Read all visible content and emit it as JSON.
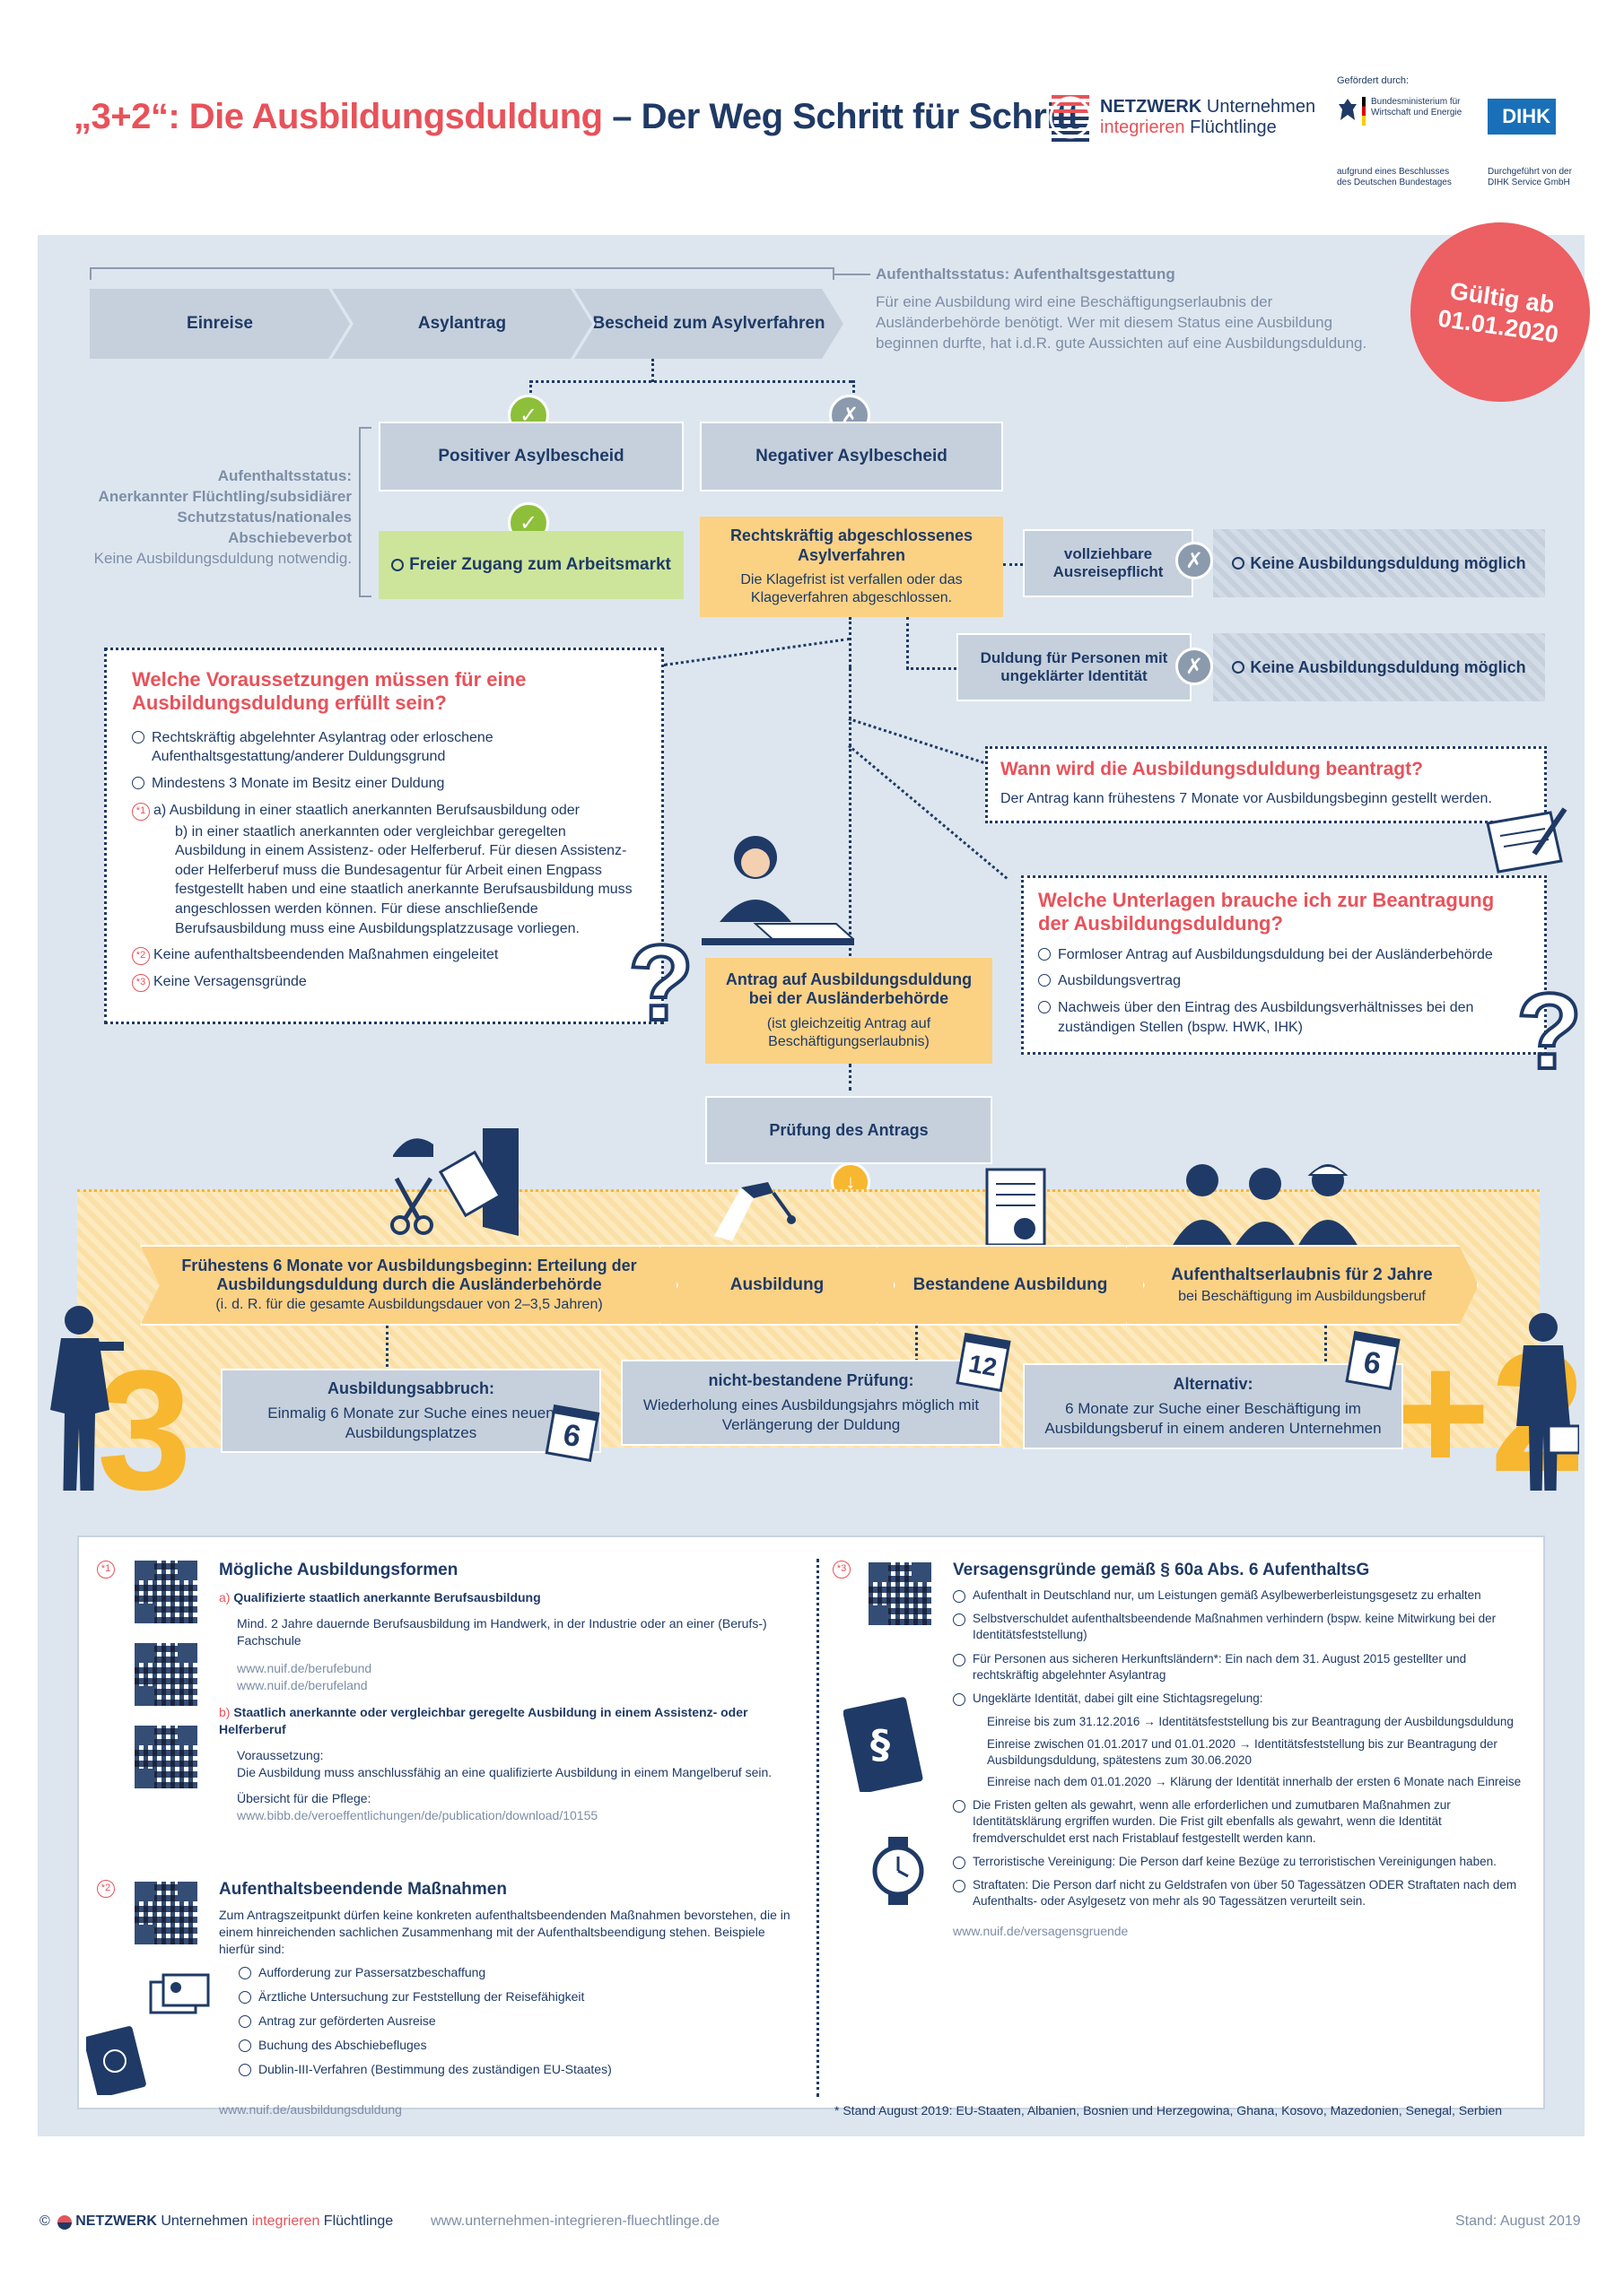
{
  "header": {
    "title_part1": "„3+2“: Die Ausbildungsduldung",
    "title_dash": " – ",
    "title_part2": "Der Weg Schritt für Schritt",
    "logo_netzwerk": "NETZWERK",
    "logo_unternehmen": " Unternehmen",
    "logo_integrieren": "integrieren",
    "logo_fluechtlinge": " Flüchtlinge",
    "gefoerdert": "Gefördert durch:",
    "bmwi": "Bundesministerium für Wirtschaft und Energie",
    "bmwi_note": "aufgrund eines Beschlusses des Deutschen Bundestages",
    "dihk": "DIHK",
    "dihk_note": "Durchgeführt von der DIHK Service GmbH"
  },
  "badge": {
    "line1": "Gültig ab",
    "line2": "01.01.2020"
  },
  "top_flow": {
    "steps": [
      "Einreise",
      "Asylantrag",
      "Bescheid zum Asylverfahren"
    ],
    "status_title": "Aufenthaltsstatus: Aufenthaltsgestattung",
    "status_text": "Für eine Ausbildung wird eine Beschäftigungserlaubnis der Ausländerbehörde benötigt. Wer mit diesem Status eine Ausbildung beginnen durfte, hat i.d.R. gute Aussichten auf eine Ausbildungsduldung."
  },
  "left_status": {
    "label": "Aufenthaltsstatus:",
    "text": "Anerkannter Flüchtling/subsidiärer Schutzstatus/nationales Abschiebeverbot",
    "note": "Keine Ausbildungsduldung notwendig."
  },
  "decisions": {
    "positive": "Positiver Asylbescheid",
    "negative": "Negativer Asylbescheid",
    "free_access": "Freier Zugang zum Arbeitsmarkt",
    "final_title": "Rechtskräftig abgeschlossenes Asylverfahren",
    "final_text": "Die Klagefrist ist verfallen oder das Klageverfahren abgeschlossen.",
    "ausreise": "vollziehbare Ausreisepflicht",
    "identitaet": "Duldung für Personen mit ungeklärter Identität",
    "no_duldung_1": "Keine Ausbildungsduldung möglich",
    "no_duldung_2": "Keine Ausbildungsduldung möglich"
  },
  "voraussetzungen": {
    "title": "Welche Voraussetzungen müssen für eine Ausbildungsduldung erfüllt sein?",
    "item1": "Rechtskräftig abgelehnter Asylantrag oder erloschene Aufenthaltsgestattung/anderer Duldungsgrund",
    "item2": "Mindestens 3 Monate im Besitz einer Duldung",
    "item3a_mark": "*1",
    "item3a": "a) Ausbildung in einer staatlich anerkannten Berufsausbildung oder",
    "item3b": "b) in einer staatlich anerkannten oder vergleichbar geregelten Ausbildung in einem Assistenz- oder Helferberuf. Für diesen Assistenz- oder Helferberuf muss die Bundesagentur für Arbeit einen Engpass festgestellt haben und eine staatlich anerkannte Berufsausbildung muss angeschlossen werden können. Für diese anschließende Berufsausbildung muss eine Ausbildungsplatzzusage vorliegen.",
    "item4_mark": "*2",
    "item4": "Keine aufenthaltsbeendenden Maßnahmen eingeleitet",
    "item5_mark": "*3",
    "item5": "Keine Versagensgründe"
  },
  "wann": {
    "title": "Wann wird die Ausbildungsduldung beantragt?",
    "text": "Der Antrag kann frühestens 7 Monate vor Ausbildungsbeginn gestellt werden."
  },
  "unterlagen": {
    "title": "Welche Unterlagen brauche ich zur Beantragung der Ausbildungsduldung?",
    "item1": "Formloser Antrag auf Ausbildungsduldung bei der Ausländerbehörde",
    "item2": "Ausbildungsvertrag",
    "item3": "Nachweis über den Eintrag des Ausbildungsverhältnisses bei den zuständigen Stellen (bspw. HWK, IHK)"
  },
  "antrag": {
    "title": "Antrag auf Ausbildungsduldung bei der Ausländerbehörde",
    "sub": "(ist gleichzeitig Antrag auf Beschäftigungserlaubnis)",
    "pruefung": "Prüfung des Antrags"
  },
  "timeline": {
    "step1_title": "Frühestens 6 Monate vor Ausbildungsbeginn: Erteilung der Ausbildungsduldung durch die Ausländerbehörde",
    "step1_sub": "(i. d. R. für die gesamte Ausbildungsdauer von 2–3,5 Jahren)",
    "step2": "Ausbildung",
    "step3": "Bestandene Ausbildung",
    "step4_title": "Aufenthaltserlaubnis für 2 Jahre",
    "step4_sub": "bei Beschäftigung im Ausbildungsberuf",
    "big3": "3",
    "big2": "+2",
    "abbruch_title": "Ausbildungsabbruch:",
    "abbruch_text": "Einmalig 6 Monate zur Suche eines neuen Ausbildungsplatzes",
    "pruefung_title": "nicht-bestandene Prüfung:",
    "pruefung_text": "Wiederholung eines Ausbildungsjahrs möglich mit Verlängerung der Duldung",
    "alt_title": "Alternativ:",
    "alt_text": "6 Monate zur Suche einer Beschäftigung im Ausbildungsberuf in einem anderen Unternehmen",
    "cal6": "6",
    "cal12": "12",
    "cal6b": "6"
  },
  "notes": {
    "n1_mark": "*1",
    "n1_title": "Mögliche Ausbildungsformen",
    "n1_a": "a)",
    "n1_a_title": "Qualifizierte staatlich anerkannte Berufsausbildung",
    "n1_a_text": "Mind. 2 Jahre dauernde Berufsausbildung im Handwerk, in der Industrie oder an einer (Berufs-) Fachschule",
    "n1_a_link1": "www.nuif.de/berufebund",
    "n1_a_link2": "www.nuif.de/berufeland",
    "n1_b": "b)",
    "n1_b_title": "Staatlich anerkannte oder vergleichbar geregelte Ausbildung in einem Assistenz- oder Helferberuf",
    "n1_b_label": "Voraussetzung:",
    "n1_b_text": "Die Ausbildung muss anschlussfähig an eine qualifizierte Ausbildung in einem Mangelberuf sein.",
    "n1_b_pflege": "Übersicht für die Pflege:",
    "n1_b_link": "www.bibb.de/veroeffentlichungen/de/publication/download/10155",
    "n2_mark": "*2",
    "n2_title": "Aufenthaltsbeendende Maßnahmen",
    "n2_text": "Zum Antragszeitpunkt dürfen keine konkreten aufenthaltsbeendenden Maßnahmen bevorstehen, die in einem hinreichenden sachlichen Zusammenhang mit der Aufenthaltsbeendigung stehen. Beispiele hierfür sind:",
    "n2_items": [
      "Aufforderung zur Passersatzbeschaffung",
      "Ärztliche Untersuchung zur Feststellung der Reisefähigkeit",
      "Antrag zur geförderten Ausreise",
      "Buchung des Abschiebefluges",
      "Dublin-III-Verfahren (Bestimmung des zuständigen EU-Staates)"
    ],
    "n2_link": "www.nuif.de/ausbildungsduldung",
    "n3_mark": "*3",
    "n3_title": "Versagensgründe gemäß § 60a Abs. 6 AufenthaltsG",
    "n3_item1": "Aufenthalt in Deutschland nur, um Leistungen gemäß Asylbewerberleistungsgesetz zu erhalten",
    "n3_item2": "Selbstverschuldet aufenthaltsbeendende Maßnahmen verhindern (bspw. keine Mitwirkung bei der Identitätsfeststellung)",
    "n3_item3": "Für Personen aus sicheren Herkunftsländern*: Ein nach dem 31. August 2015 gestellter und rechtskräftig abgelehnter Asylantrag",
    "n3_item4": "Ungeklärte Identität, dabei gilt eine Stichtagsregelung:",
    "n3_sub1": "Einreise bis zum 31.12.2016 → Identitätsfeststellung bis zur Beantragung der Ausbildungsduldung",
    "n3_sub2": "Einreise zwischen 01.01.2017 und 01.01.2020 → Identitätsfeststellung bis zur Beantragung der Ausbildungsduldung, spätestens zum 30.06.2020",
    "n3_sub3": "Einreise nach dem 01.01.2020 → Klärung der Identität innerhalb der ersten 6 Monate nach Einreise",
    "n3_item5": "Die Fristen gelten als gewahrt, wenn alle erforderlichen und zumutbaren Maßnahmen zur Identitätsklärung ergriffen wurden. Die Frist gilt ebenfalls als gewahrt, wenn die Identität fremdverschuldet erst nach Fristablauf festgestellt werden kann.",
    "n3_item6": "Terroristische Vereinigung: Die Person darf keine Bezüge zu terroristischen Vereinigungen haben.",
    "n3_item7": "Straftaten: Die Person darf nicht zu Geldstrafen von über 50 Tagessätzen ODER Straftaten nach dem Aufenthalts- oder Asylgesetz von mehr als 90 Tagessätzen verurteilt sein.",
    "n3_link": "www.nuif.de/versagensgruende",
    "n3_footnote": "* Stand August 2019: EU-Staaten, Albanien, Bosnien und Herzegowina, Ghana, Kosovo, Mazedonien, Senegal, Serbien"
  },
  "footer": {
    "copyright": "©",
    "netzwerk": "NETZWERK",
    "unternehmen": " Unternehmen ",
    "integrieren": "integrieren",
    "fluechtlinge": " Flüchtlinge",
    "url": "www.unternehmen-integrieren-fluechtlinge.de",
    "stand": "Stand: August 2019"
  },
  "colors": {
    "navy": "#1f3a66",
    "red": "#e8525a",
    "orange": "#fbd184",
    "green": "#cde59b",
    "panel": "#dde6ef"
  }
}
